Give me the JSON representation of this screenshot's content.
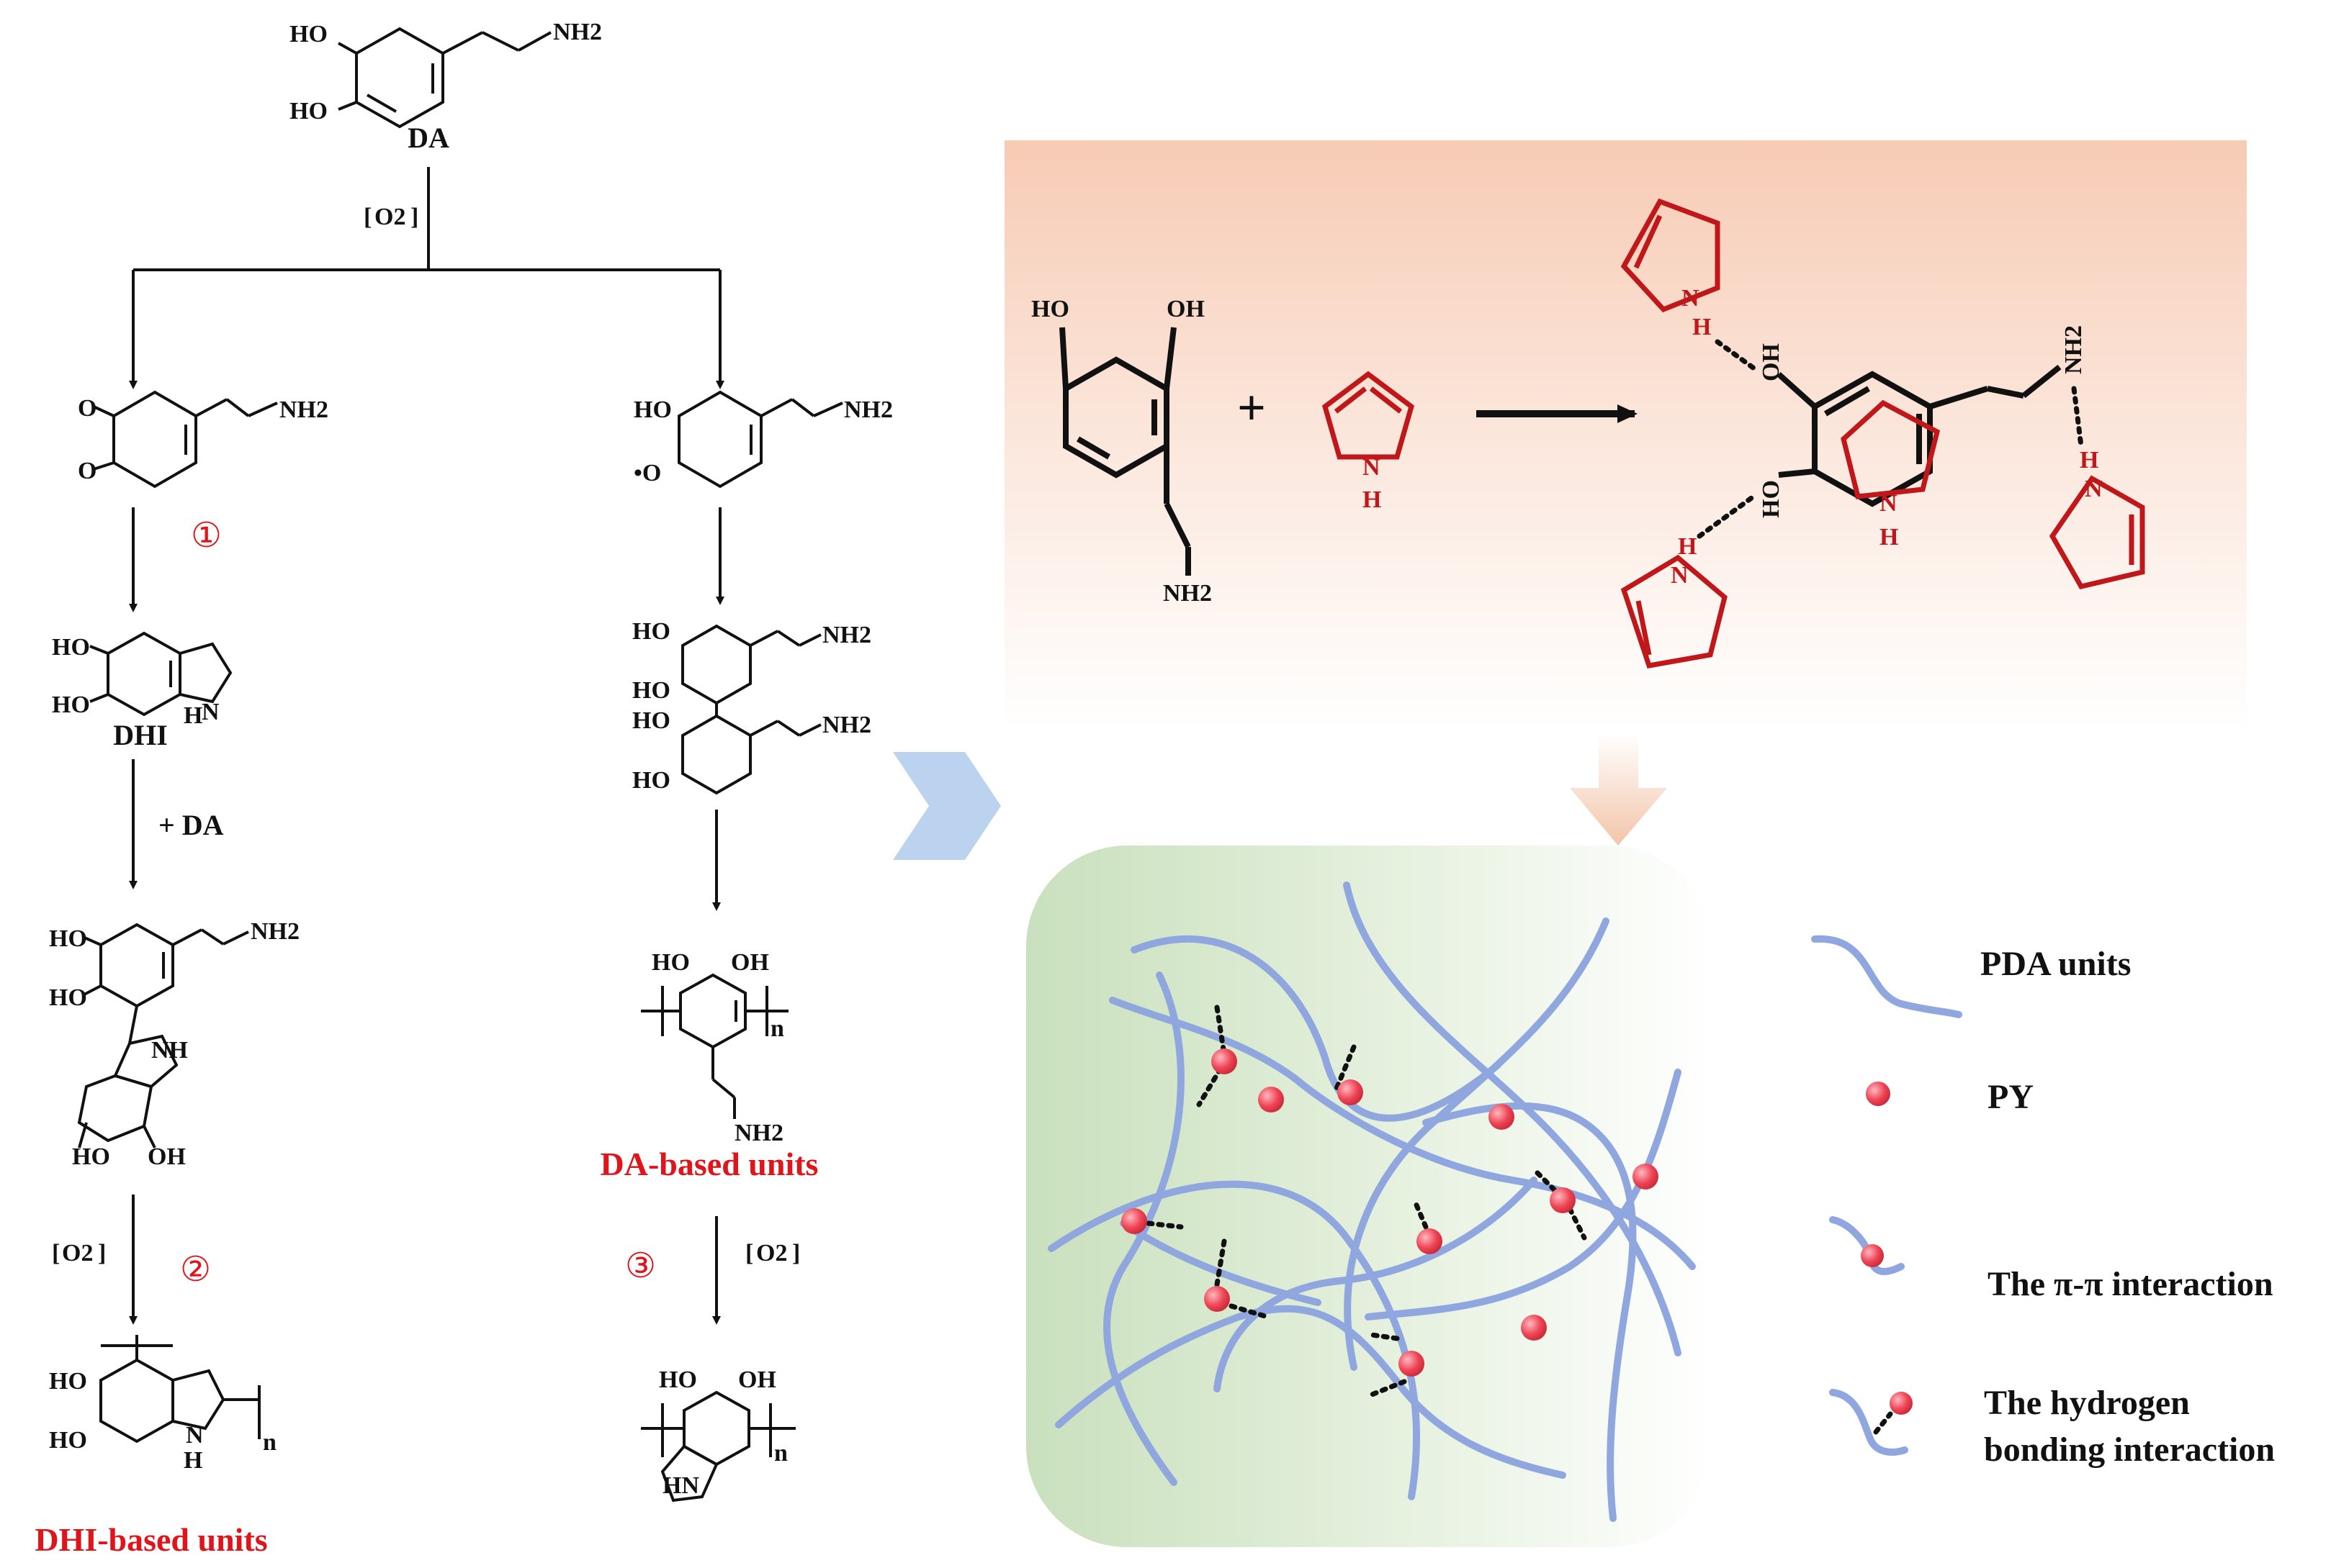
{
  "scheme": {
    "DA": {
      "name": "DA",
      "HO_top": "HO",
      "HO_bottom": "HO",
      "NH2": "NH2"
    },
    "oxidant": "O2",
    "quinone": {
      "NH2": "NH2",
      "O_top": "O",
      "O_bottom": "O"
    },
    "semiquinone": {
      "HO": "HO",
      "O_radical": "•O",
      "NH2": "NH2"
    },
    "DHI": {
      "name": "DHI",
      "HO_top": "HO",
      "HO_bottom": "HO",
      "NH": "N",
      "H": "H"
    },
    "plus_DA": "+ DA",
    "dimer_left": {
      "HO_1": "HO",
      "HO_2": "HO",
      "NH2": "NH2",
      "NH": "NH",
      "HO_3": "HO",
      "OH_4": "OH"
    },
    "dimer_right": {
      "HO_1": "HO",
      "HO_2": "HO",
      "HO_3": "HO",
      "HO_4": "HO",
      "NH2_1": "NH2",
      "NH2_2": "NH2"
    },
    "DA_polymer": {
      "HO": "HO",
      "OH": "OH",
      "NH2": "NH2",
      "n": "n"
    },
    "DA_based_label": "DA-based units",
    "DHI_polymer": {
      "HO_1": "HO",
      "HO_2": "HO",
      "N": "N",
      "H": "H",
      "n": "n"
    },
    "DHI_based_label": "DHI-based units",
    "final_polymer": {
      "HO": "HO",
      "OH": "OH",
      "HN": "HN",
      "n": "n"
    },
    "steps": [
      "①",
      "②",
      "③"
    ]
  },
  "reaction_panel": {
    "dopamine": {
      "HO": "HO",
      "OH": "OH",
      "NH2": "NH2"
    },
    "plus": "+",
    "pyrrole": {
      "N": "N",
      "H": "H"
    },
    "complex": {
      "OH_1": "OH",
      "HO_2": "HO",
      "NH2": "NH2",
      "N": "N",
      "H": "H"
    },
    "panel_colors": {
      "top": "#f7cbb4",
      "bottom": "#ffffff"
    }
  },
  "network_panel": {
    "chain_color": "#8fa6df",
    "dot_color": "#ee4455",
    "bg_left": "#c9e0bd",
    "bg_right": "#ffffff"
  },
  "legend": {
    "items": [
      {
        "label": "PDA units",
        "icon": "blue-chain-icon"
      },
      {
        "label": "PY",
        "icon": "red-dot-icon"
      },
      {
        "label": "The π-π interaction",
        "icon": "pi-pi-icon"
      },
      {
        "label": "The hydrogen bonding interaction",
        "icon": "hydrogen-bond-icon",
        "line1": "The hydrogen",
        "line2": "bonding interaction"
      }
    ]
  }
}
